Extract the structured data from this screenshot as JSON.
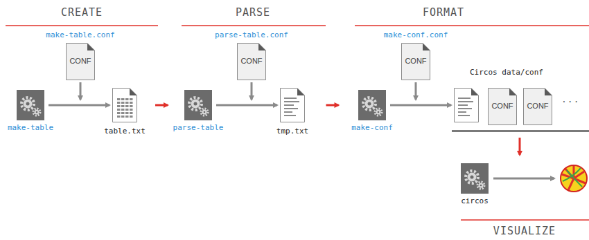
{
  "diagram": {
    "nodes": [
      {
        "text": [
          "make-table.conf",
          "CONF"
        ]
      },
      {
        "text": [
          "make-table"
        ]
      },
      {
        "text": [
          "table.txt"
        ]
      },
      {
        "text": [
          "parse-table.conf",
          "CONF"
        ]
      },
      {
        "text": [
          "parse-table"
        ]
      },
      {
        "text": [
          "tmp.txt"
        ]
      },
      {
        "text": [
          "make-conf.conf",
          "CONF"
        ]
      },
      {
        "text": [
          "make-conf"
        ]
      },
      {
        "text": [
          "Circos data/conf"
        ]
      },
      {
        "text": [
          "CONF"
        ],
        "in": 8
      },
      {
        "text": [
          "CONF"
        ],
        "in": 8
      },
      {
        "text": [
          "circos"
        ]
      }
    ],
    "edges": [
      {
        "from": 1,
        "to": 2,
        "arrow": "to"
      },
      {
        "from": 2,
        "to": 4,
        "arrow": "to"
      },
      {
        "from": 4,
        "to": 5,
        "arrow": "to"
      },
      {
        "from": 5,
        "to": 7,
        "arrow": "to"
      },
      {
        "from": 7,
        "to": 8,
        "arrow": "to"
      },
      {
        "from": 8,
        "to": 11,
        "arrow": "to"
      }
    ],
    "labels": [
      "CREATE",
      "PARSE",
      "FORMAT",
      "VISUALIZE",
      "..."
    ]
  }
}
